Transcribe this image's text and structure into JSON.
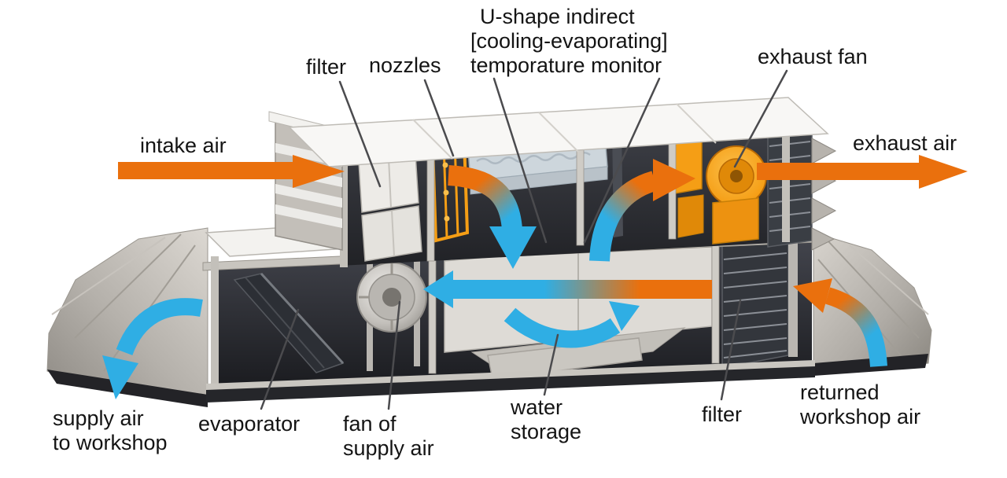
{
  "diagram": {
    "kind": "air-handling-unit-cutaway-airflow-diagram",
    "colors": {
      "warm_air": "#EA700D",
      "cool_air": "#2FAEE4",
      "fan_accent": "#F59E15",
      "label_text": "#141414",
      "callout_line": "#4b4b4e"
    },
    "labels": {
      "intake_air": "intake air",
      "filter_top": "filter",
      "nozzles": "nozzles",
      "u_shape_line1": "U-shape indirect",
      "u_shape_line2": "[cooling-evaporating]",
      "u_shape_line3": "temporature monitor",
      "exhaust_fan": "exhaust fan",
      "exhaust_air": "exhaust air",
      "supply_air_line1": "supply air",
      "supply_air_line2": "to workshop",
      "evaporator": "evaporator",
      "fan_supply_line1": "fan of",
      "fan_supply_line2": "supply air",
      "water_line1": "water",
      "water_line2": "storage",
      "filter_bottom": "filter",
      "returned_line1": "returned",
      "returned_line2": "workshop air"
    },
    "flows": [
      {
        "name": "intake-air",
        "color": "warm",
        "direction": "right-into-unit"
      },
      {
        "name": "cooling-downflow-through-u-shape",
        "color": "warm-to-cool",
        "direction": "down"
      },
      {
        "name": "exhaust-upflow-to-fan",
        "color": "cool-to-warm",
        "direction": "up-right"
      },
      {
        "name": "main-supply-flow",
        "color": "warm-to-cool",
        "direction": "left"
      },
      {
        "name": "water-storage-circulation",
        "color": "cool",
        "direction": "up-right"
      },
      {
        "name": "supply-air-to-workshop",
        "color": "cool",
        "direction": "down-left"
      },
      {
        "name": "returned-workshop-air",
        "color": "cool-to-warm",
        "direction": "up-left-into-unit"
      },
      {
        "name": "exhaust-air",
        "color": "warm",
        "direction": "right-out-of-unit"
      }
    ]
  }
}
